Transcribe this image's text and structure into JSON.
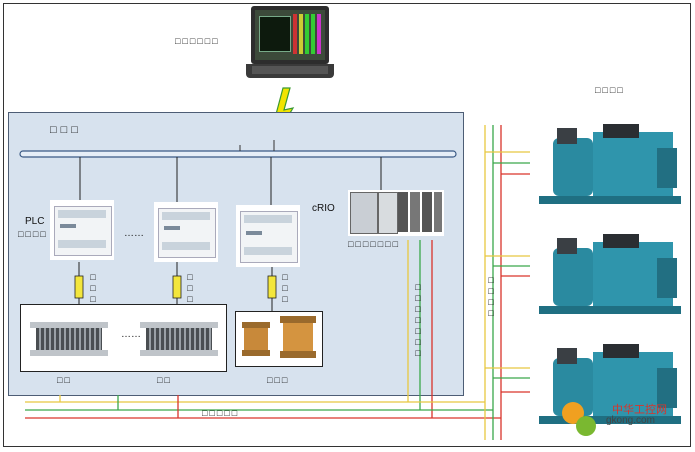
{
  "labels": {
    "monitor": "□□□□□□",
    "wireless": "□□□□",
    "cluster": "□□□",
    "gensets": "□□□□",
    "plc": "PLC",
    "plc_sub": "□□□□",
    "crio": "cRIO",
    "crio_sub": "□□□□□□□",
    "ellipsis_plc": "……",
    "ellipsis_load": "……",
    "cable1": "□□□",
    "cable2": "□□□",
    "cable3": "□□□",
    "crio_cable": "□□□□□□□",
    "bus_v": "□□□□",
    "load1": "□□",
    "load2": "□□",
    "transformer": "□□□",
    "bottom_bus": "□□□□□"
  },
  "watermark": {
    "brand": "中华工控网",
    "url": "gkong.com"
  },
  "colors": {
    "panel": "#d7e2ee",
    "wire_yellow": "#e8c840",
    "wire_green": "#3aa84a",
    "wire_red": "#d9342b",
    "genset": "#2a8aa0"
  }
}
